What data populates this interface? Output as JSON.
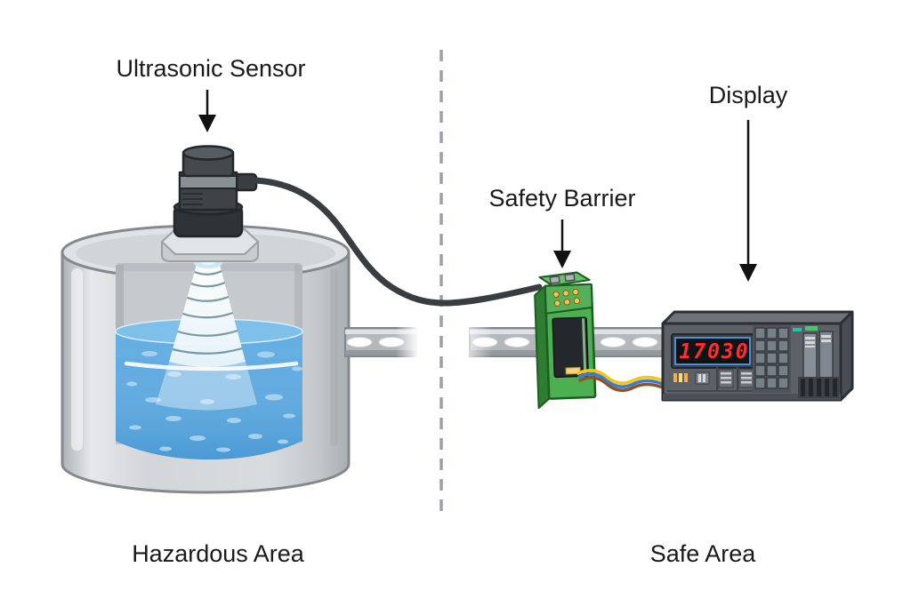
{
  "labels": {
    "ultrasonic_sensor": "Ultrasonic Sensor",
    "safety_barrier": "Safety Barrier",
    "display": "Display",
    "hazardous_area": "Hazardous Area",
    "safe_area": "Safe Area"
  },
  "display_device": {
    "readout": "17030"
  },
  "colors": {
    "background": "#ffffff",
    "text": "#1a1a1a",
    "divider": "#9aa0a6",
    "tank_body": "#d6d9dc",
    "tank_rim": "#e0e3e5",
    "tank_outline": "#85898d",
    "tank_interior": "#c6cacd",
    "liquid_blue": "#58a7e0",
    "liquid_surface": "#7fc0ea",
    "bubble_blue": "#a9d3ef",
    "cone_white": "#f6fbfd",
    "cone_ring": "#6d8f9d",
    "sensor_dark": "#3f4348",
    "sensor_band": "#8a8f94",
    "cable": "#3a3d40",
    "din_rail": "#b3b8bc",
    "barrier_green": "#4caf50",
    "barrier_green_dark": "#2e7d32",
    "barrier_green_light": "#6abe6d",
    "barrier_panel": "#24272b",
    "terminal_yellow": "#f3c64f",
    "device_gray": "#5b6167",
    "device_top_gray": "#6d7379",
    "device_side_gray": "#474d53",
    "led_red": "#ff2f2f",
    "led_frame_blue": "#4a90d9",
    "indicator_orange": "#f3b04a",
    "indicator_teal": "#2bbfa4",
    "indicator_green": "#3ecf5e",
    "wire_yellow": "#f5c518",
    "wire_blue": "#3a7bd5",
    "wire_brown": "#8d5524"
  }
}
